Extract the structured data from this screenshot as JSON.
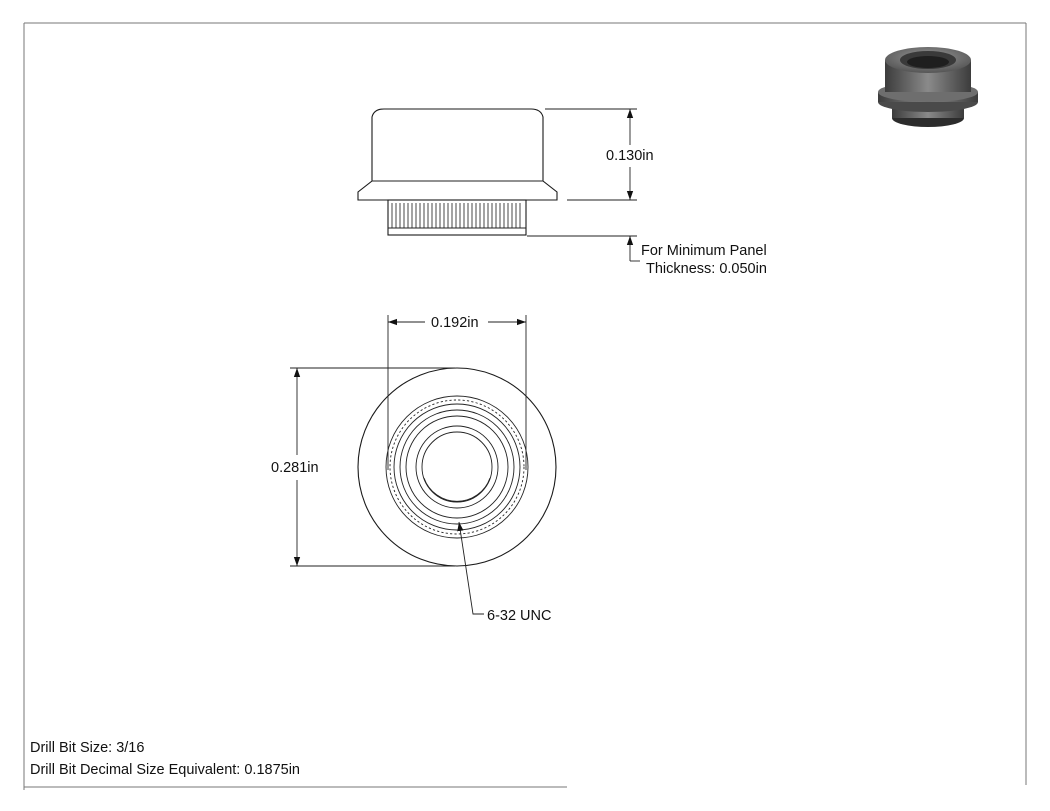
{
  "dimensions": {
    "height_top": "0.130in",
    "panel_note_line1": "For Minimum Panel",
    "panel_note_line2": "Thickness: 0.050in",
    "shank_diameter": "0.192in",
    "flange_diameter": "0.281in",
    "thread": "6-32 UNC"
  },
  "notes": {
    "drill_bit_size": "Drill Bit Size: 3/16",
    "drill_bit_decimal": "Drill Bit Decimal Size Equivalent: 0.1875in"
  },
  "icons": {
    "isometric_view": "self-clinching-nut-3d-icon"
  }
}
